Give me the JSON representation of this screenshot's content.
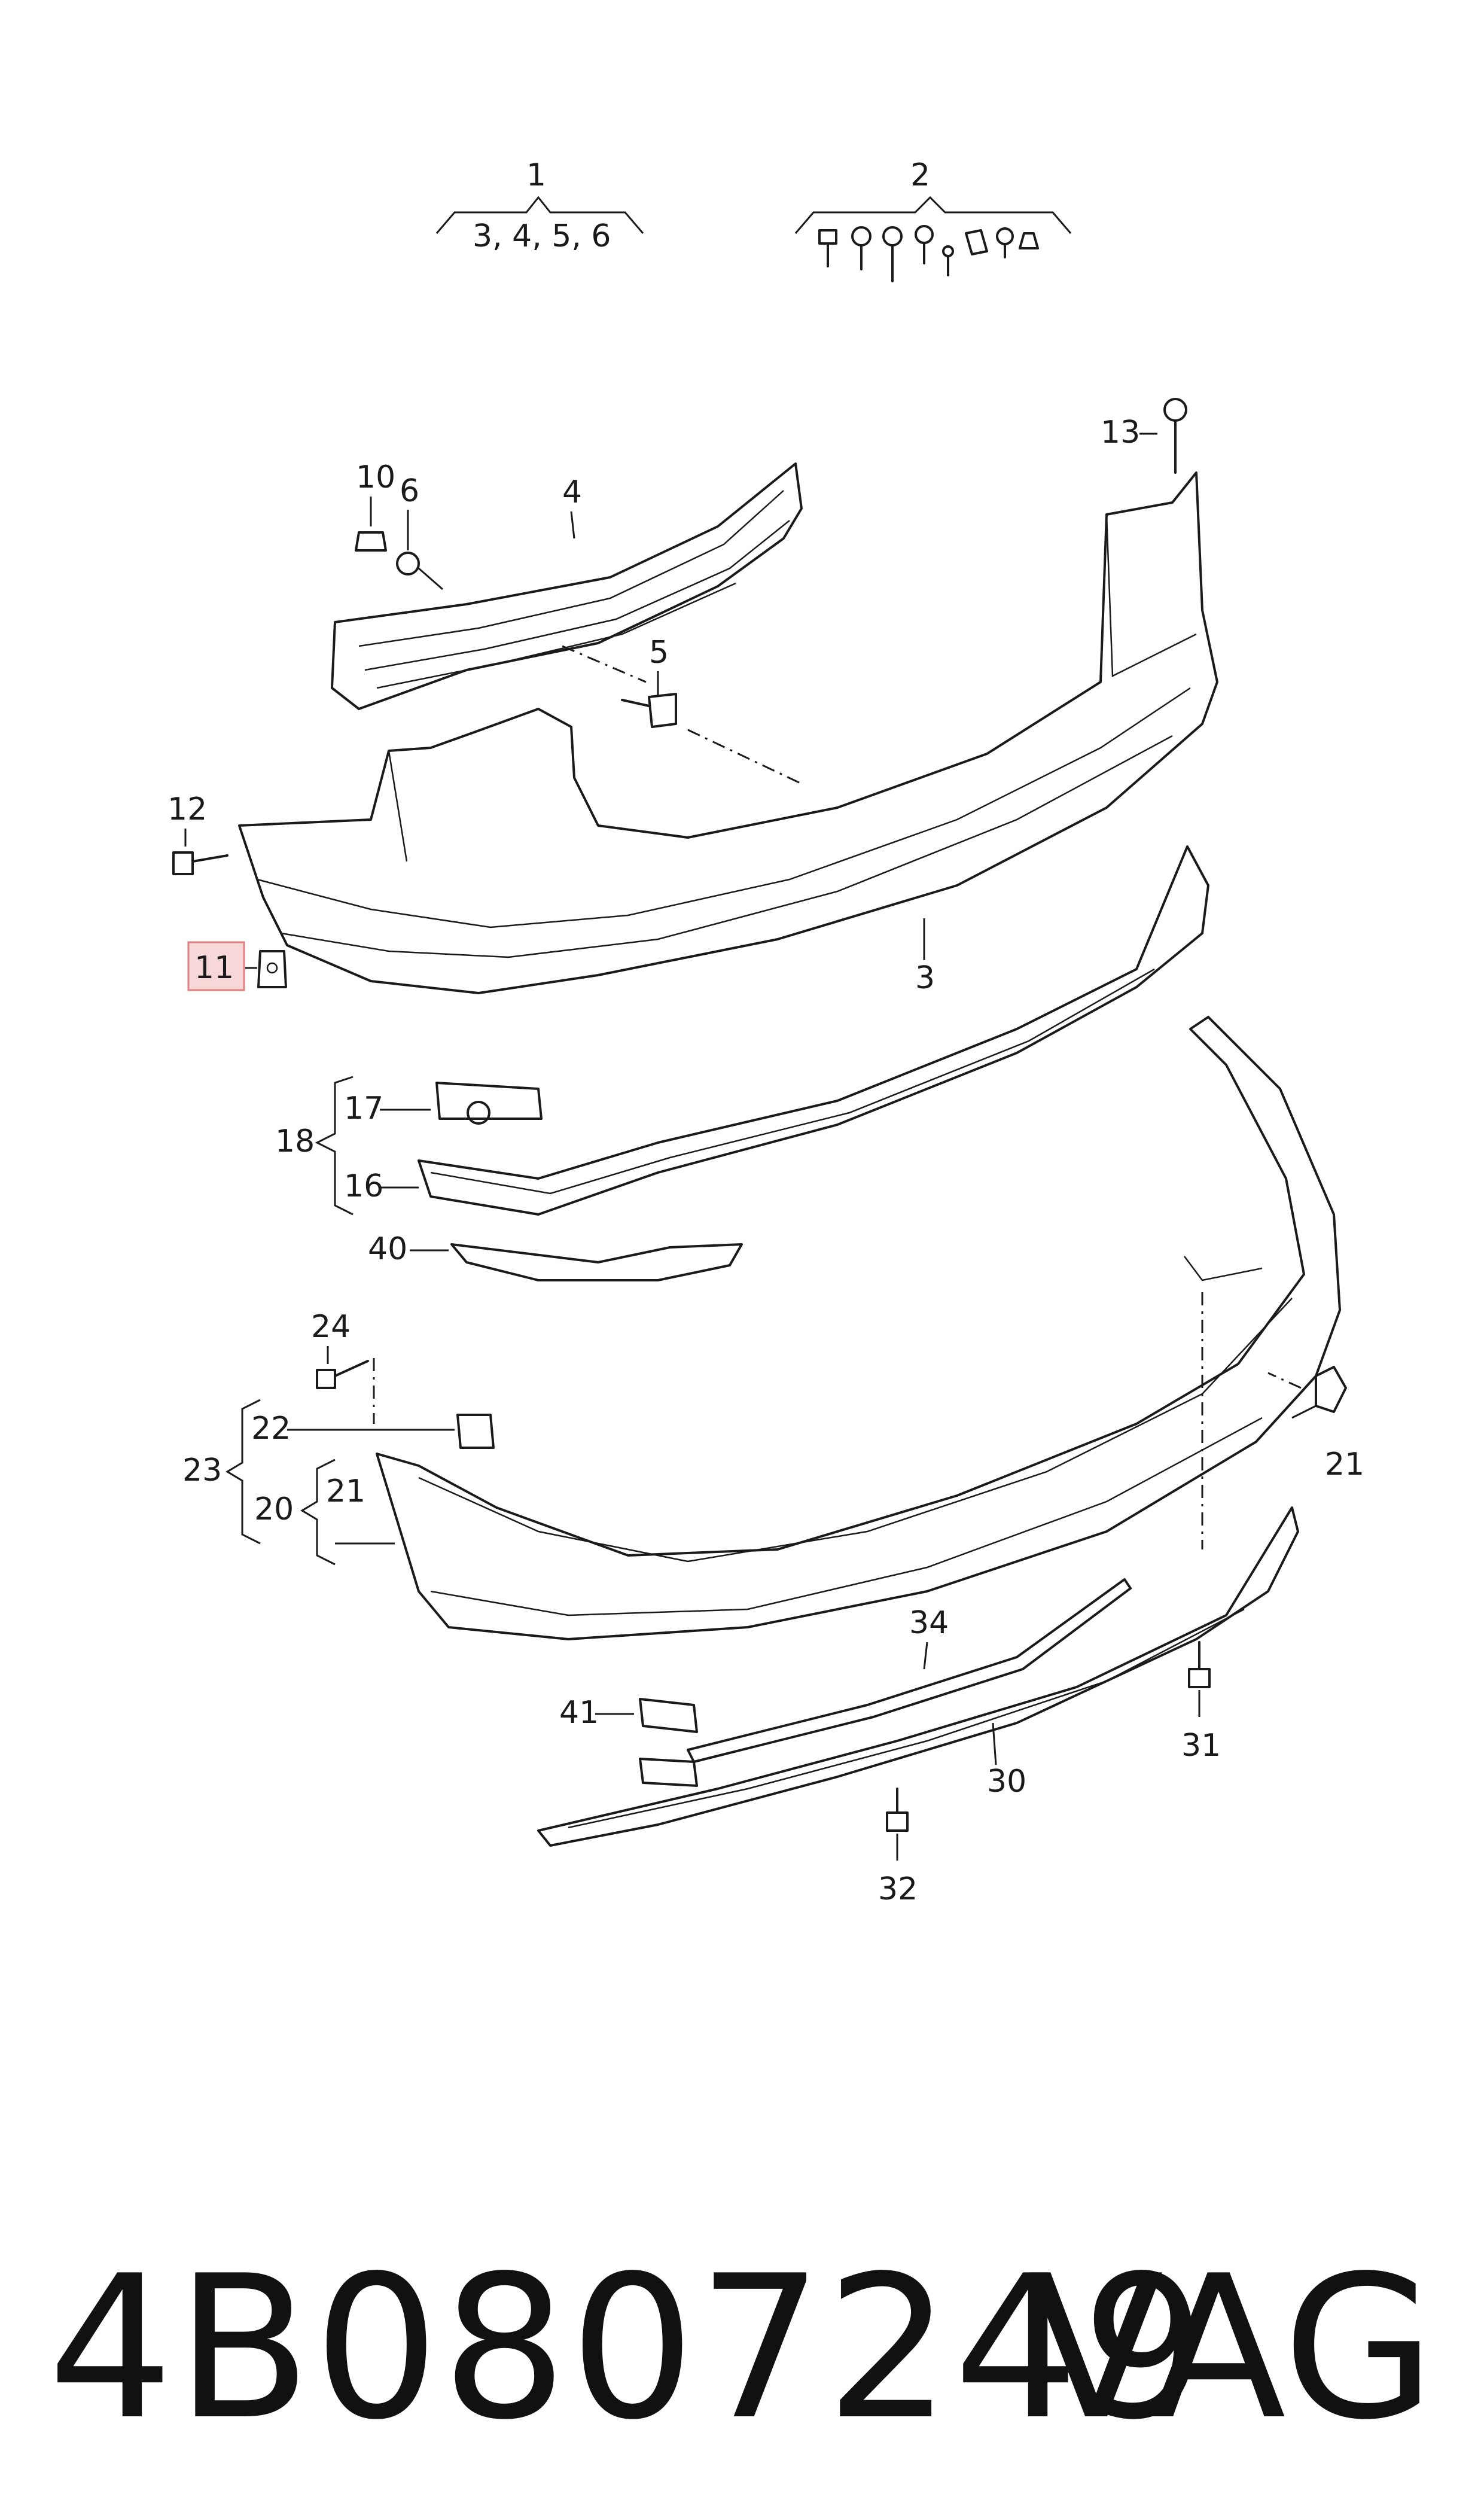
{
  "callouts": {
    "c1": "1",
    "c1_items": "3, 4, 5, 6",
    "c2": "2",
    "c3": "3",
    "c4": "4",
    "c5": "5",
    "c6": "6",
    "c10": "10",
    "c11": "11",
    "c12": "12",
    "c13": "13",
    "c16": "16",
    "c17": "17",
    "c18": "18",
    "c20": "20",
    "c21a": "21",
    "c21b": "21",
    "c22": "22",
    "c23": "23",
    "c24": "24",
    "c30": "30",
    "c31": "31",
    "c32": "32",
    "c34": "34",
    "c40": "40",
    "c41": "41"
  },
  "highlighted_callout": "11",
  "colors": {
    "highlight_fill": "#f7d7d7",
    "highlight_border": "#e08080",
    "line": "#1a1a1a"
  },
  "footer": {
    "part_number": "4B0807249",
    "brand": "VAG"
  }
}
